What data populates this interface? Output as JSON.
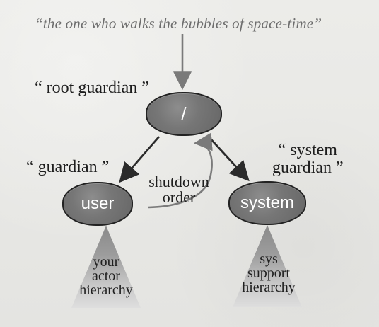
{
  "title_quote": "“the one who walks the bubbles of space-time”",
  "labels": {
    "root_guardian": "“ root guardian ”",
    "guardian": "“ guardian ”",
    "system_guardian_line1": "“ system",
    "system_guardian_line2": "guardian ”",
    "shutdown_line1": "shutdown",
    "shutdown_line2": "order"
  },
  "nodes": {
    "root": "/",
    "user": "user",
    "system": "system"
  },
  "hierarchies": {
    "left": [
      "your",
      "actor",
      "hierarchy"
    ],
    "right": [
      "sys",
      "support",
      "hierarchy"
    ]
  }
}
